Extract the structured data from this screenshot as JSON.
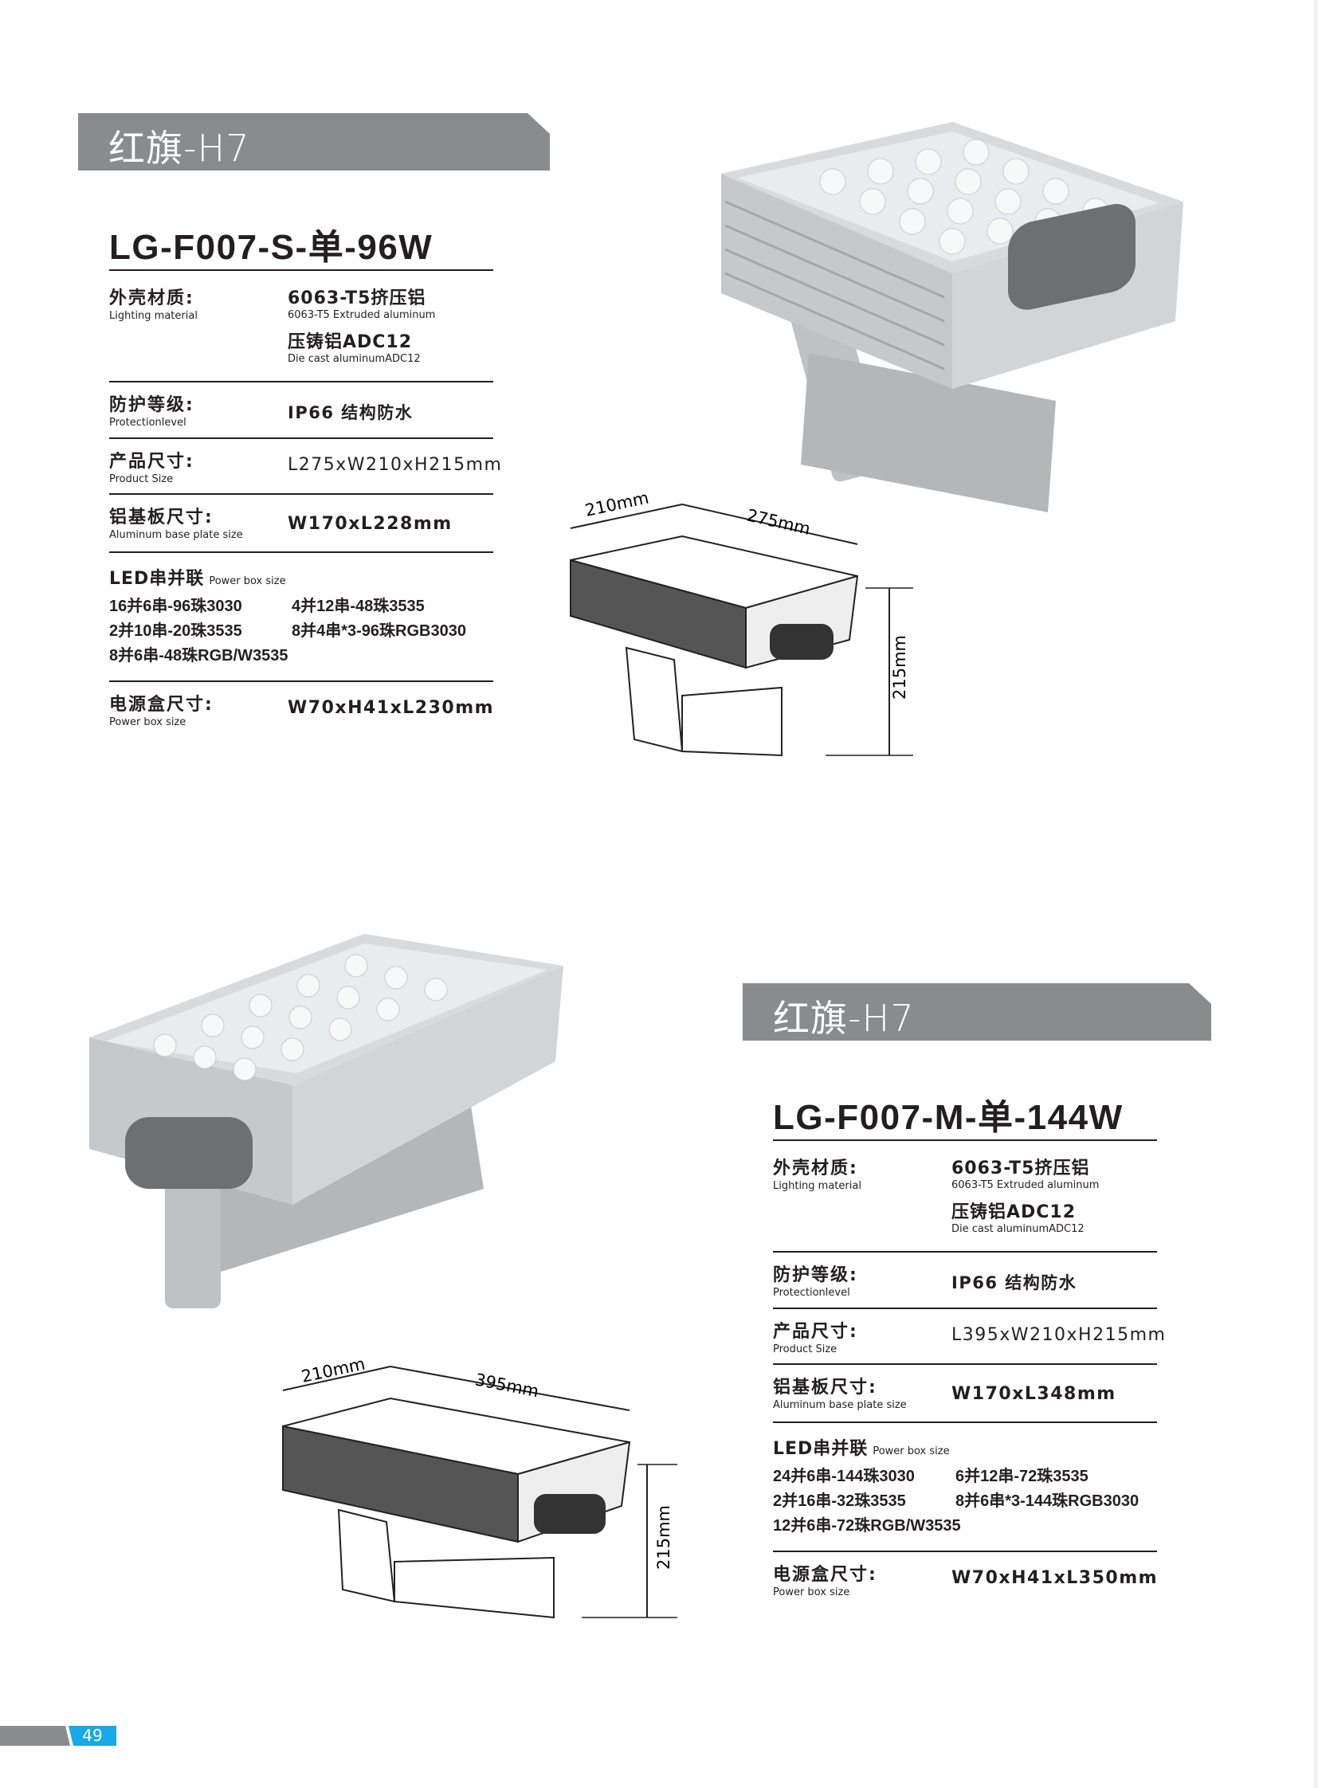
{
  "page_number": "49",
  "colors": {
    "header_gray": "#8a8b8d",
    "page_badge": "#16a9e6",
    "text": "#231f20"
  },
  "products": [
    {
      "series_header": "红旗-H7",
      "model": "LG-F007-S-单-96W",
      "material_label_zh": "外壳材质:",
      "material_label_en": "Lighting material",
      "material_1_zh": "6063-T5挤压铝",
      "material_1_en": "6063-T5 Extruded aluminum",
      "material_2_zh": "压铸铝ADC12",
      "material_2_en": "Die cast aluminumADC12",
      "protection_label_zh": "防护等级:",
      "protection_label_en": "Protectionlevel",
      "protection_value": "IP66  结构防水",
      "size_label_zh": "产品尺寸:",
      "size_label_en": "Product Size",
      "size_value": "L275xW210xH215mm",
      "plate_label_zh": "铝基板尺寸:",
      "plate_label_en": "Aluminum base plate size",
      "plate_value": "W170xL228mm",
      "led_label_zh": "LED串并联",
      "led_label_en": "Power box size",
      "led_configs": [
        "16并6串-96珠3030",
        "4并12串-48珠3535",
        "2并10串-20珠3535",
        "8并4串*3-96珠RGB3030",
        "8并6串-48珠RGB/W3535"
      ],
      "powerbox_label_zh": "电源盒尺寸:",
      "powerbox_label_en": "Power box size",
      "powerbox_value": "W70xH41xL230mm",
      "dim_width": "210mm",
      "dim_length": "275mm",
      "dim_height": "215mm"
    },
    {
      "series_header": "红旗-H7",
      "model": "LG-F007-M-单-144W",
      "material_label_zh": "外壳材质:",
      "material_label_en": "Lighting material",
      "material_1_zh": "6063-T5挤压铝",
      "material_1_en": "6063-T5 Extruded aluminum",
      "material_2_zh": "压铸铝ADC12",
      "material_2_en": "Die cast aluminumADC12",
      "protection_label_zh": "防护等级:",
      "protection_label_en": "Protectionlevel",
      "protection_value": "IP66  结构防水",
      "size_label_zh": "产品尺寸:",
      "size_label_en": "Product Size",
      "size_value": "L395xW210xH215mm",
      "plate_label_zh": "铝基板尺寸:",
      "plate_label_en": "Aluminum base plate size",
      "plate_value": "W170xL348mm",
      "led_label_zh": "LED串并联",
      "led_label_en": "Power box size",
      "led_configs": [
        "24并6串-144珠3030",
        "6并12串-72珠3535",
        "2并16串-32珠3535",
        "8并6串*3-144珠RGB3030",
        "12并6串-72珠RGB/W3535"
      ],
      "powerbox_label_zh": "电源盒尺寸:",
      "powerbox_label_en": "Power box size",
      "powerbox_value": "W70xH41xL350mm",
      "dim_width": "210mm",
      "dim_length": "395mm",
      "dim_height": "215mm"
    }
  ]
}
